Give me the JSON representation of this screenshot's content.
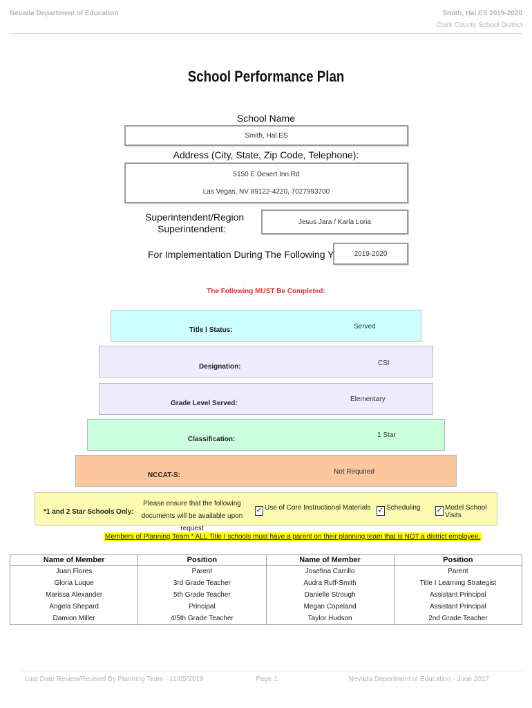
{
  "header": {
    "left": "Nevada Department of Education",
    "right_line1": "Smith, Hal ES  2019-2020",
    "right_line2": "Clark County School District"
  },
  "title": "School Performance Plan",
  "school": {
    "name_label": "School Name",
    "name_value": "Smith, Hal ES",
    "address_label": "Address (City, State, Zip Code, Telephone):",
    "address_line1": "5150 E Desert Inn Rd",
    "address_line2": "Las Vegas, NV  89122-4220, 7027993700",
    "superintendent_label_1": "Superintendent/Region",
    "superintendent_label_2": "Superintendent:",
    "superintendent_value": "Jesus Jara / Karla Loria",
    "years_label": "For Implementation During The Following Years:",
    "years_value": "2019-2020"
  },
  "must_complete": "The Following MUST Be Completed:",
  "status_bands": [
    {
      "label": "Title I Status:",
      "value": "Served",
      "color": "#ccffff"
    },
    {
      "label": "Designation:",
      "value": "CSI",
      "color": "#f0ecff"
    },
    {
      "label": "Grade Level Served:",
      "value": "Elementary",
      "color": "#f0ecff"
    },
    {
      "label": "Classification:",
      "value": "1 Star",
      "color": "#ccffdd"
    },
    {
      "label": "NCCAT-S:",
      "value": "Not Required",
      "color": "#fbc79c"
    }
  ],
  "star_schools": {
    "label": "*1 and 2 Star Schools Only:",
    "note_line1": "Please ensure that the following",
    "note_line2": "documents will be available upon request",
    "check1": "Use of Core Instructional Materials",
    "check2": "Scheduling",
    "check3": "Model School Visits",
    "check_mark": "✓"
  },
  "members_note": "Members of Planning Team * ALL Title I schools must have a parent on their planning team that is NOT a district employee.",
  "team_table": {
    "headers": [
      "Name of Member",
      "Position",
      "Name of Member",
      "Position"
    ],
    "rows": [
      [
        "Juan Flores",
        "Parent",
        "Josefina Carrillo",
        "Parent"
      ],
      [
        "Gloria Luque",
        "3rd Grade Teacher",
        "Audra Ruff-Smith",
        "Title I Learning Strategist"
      ],
      [
        "Marissa Alexander",
        "5th Grade Teacher",
        "Danielle Strough",
        "Assistant Principal"
      ],
      [
        "Angela Shepard",
        "Principal",
        "Megan Copeland",
        "Assistant Principal"
      ],
      [
        "Damion Miller",
        "4/5th Grade Teacher",
        "Taylor Hudson",
        "2nd Grade Teacher"
      ]
    ]
  },
  "footer": {
    "left": "Last Date Review/Revised By Planning Team - 11/05/2019",
    "center": "Page 1",
    "right": "Nevada Department of Education - June 2017"
  }
}
